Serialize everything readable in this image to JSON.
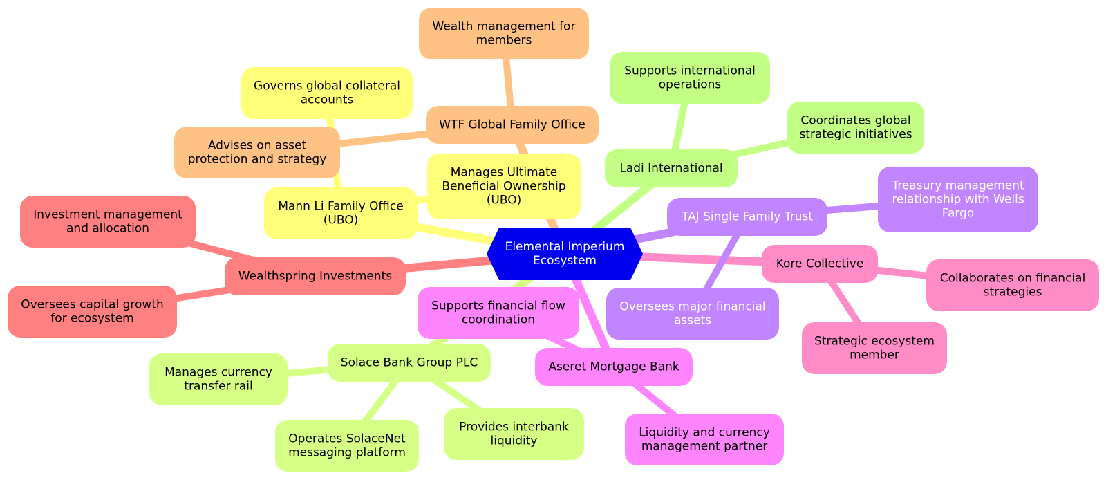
{
  "title": "Elemental Imperium Ecosystem",
  "colors": {
    "root": "#0000ee",
    "wtf": "#ffc285",
    "mannli": "#ffff7a",
    "ladi": "#c3ff85",
    "taj": "#c185ff",
    "kore": "#ff8cc6",
    "wealthspring": "#ff8080",
    "solace": "#d6ff85",
    "aseret": "#ff85ff"
  },
  "root": {
    "label": [
      "Elemental Imperium",
      "Ecosystem"
    ]
  },
  "nodes": {
    "wtf": {
      "label": [
        "WTF Global Family Office"
      ]
    },
    "wtf_c1": {
      "label": [
        "Wealth management for",
        "members"
      ]
    },
    "wtf_c2": {
      "label": [
        "Advises on asset",
        "protection and strategy"
      ]
    },
    "mannli": {
      "label": [
        "Mann Li Family Office",
        "(UBO)"
      ]
    },
    "mannli_c1": {
      "label": [
        "Governs global collateral",
        "accounts"
      ]
    },
    "mannli_c2": {
      "label": [
        "Manages Ultimate",
        "Beneficial Ownership",
        "(UBO)"
      ]
    },
    "ladi": {
      "label": [
        "Ladi International"
      ]
    },
    "ladi_c1": {
      "label": [
        "Supports international",
        "operations"
      ]
    },
    "ladi_c2": {
      "label": [
        "Coordinates global",
        "strategic initiatives"
      ]
    },
    "taj": {
      "label": [
        "TAJ Single Family Trust"
      ]
    },
    "taj_c1": {
      "label": [
        "Treasury management",
        "relationship with Wells",
        "Fargo"
      ]
    },
    "taj_c2": {
      "label": [
        "Oversees major financial",
        "assets"
      ]
    },
    "kore": {
      "label": [
        "Kore Collective"
      ]
    },
    "kore_c1": {
      "label": [
        "Collaborates on financial",
        "strategies"
      ]
    },
    "kore_c2": {
      "label": [
        "Strategic ecosystem",
        "member"
      ]
    },
    "wealthspring": {
      "label": [
        "Wealthspring Investments"
      ]
    },
    "ws_c1": {
      "label": [
        "Investment management",
        "and allocation"
      ]
    },
    "ws_c2": {
      "label": [
        "Oversees capital growth",
        "for ecosystem"
      ]
    },
    "solace": {
      "label": [
        "Solace Bank Group PLC"
      ]
    },
    "solace_c1": {
      "label": [
        "Manages currency",
        "transfer rail"
      ]
    },
    "solace_c2": {
      "label": [
        "Operates SolaceNet",
        "messaging platform"
      ]
    },
    "solace_c3": {
      "label": [
        "Provides interbank",
        "liquidity"
      ]
    },
    "aseret": {
      "label": [
        "Aseret Mortgage Bank"
      ]
    },
    "aseret_c1": {
      "label": [
        "Supports financial flow",
        "coordination"
      ]
    },
    "aseret_c2": {
      "label": [
        "Liquidity and currency",
        "management partner"
      ]
    }
  }
}
